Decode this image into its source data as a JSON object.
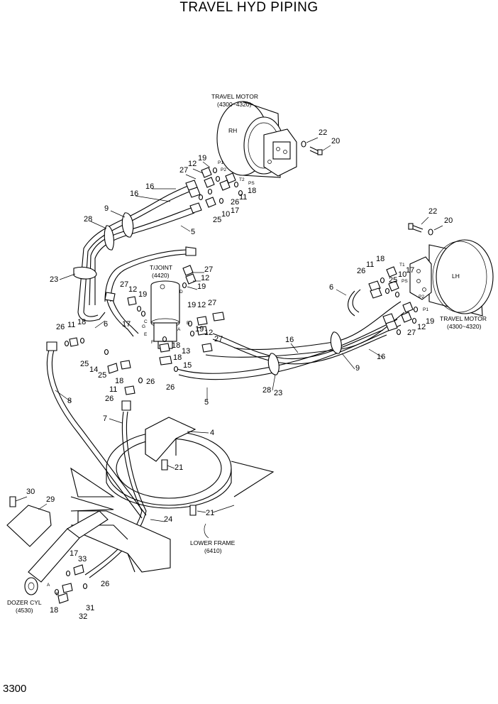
{
  "title": "TRAVEL HYD PIPING",
  "page_number": "3300",
  "labels": {
    "travel_motor_rh_name": "TRAVEL MOTOR",
    "travel_motor_rh_code": "(4300~4320)",
    "rh_text": "RH",
    "travel_motor_lh_name": "TRAVEL MOTOR",
    "travel_motor_lh_code": "(4300~4320)",
    "lh_text": "LH",
    "tjoint_name": "T/JOINT",
    "tjoint_code": "(4420)",
    "lower_frame_name": "LOWER FRAME",
    "lower_frame_code": "(6410)",
    "dozer_cyl_name": "DOZER CYL",
    "dozer_cyl_code": "(4530)"
  },
  "port_letters": [
    "P1",
    "P2",
    "T2",
    "PS",
    "T1",
    "PS",
    "P2",
    "P1",
    "A",
    "B",
    "C",
    "D",
    "E",
    "F",
    "G",
    "A",
    "B"
  ],
  "callouts": [
    "22",
    "20",
    "19",
    "12",
    "27",
    "16",
    "16",
    "18",
    "11",
    "26",
    "17",
    "10",
    "25",
    "28",
    "9",
    "5",
    "23",
    "27",
    "12",
    "19",
    "12",
    "27",
    "19",
    "17",
    "6",
    "11",
    "18",
    "26",
    "25",
    "14",
    "25",
    "19",
    "12",
    "27",
    "19",
    "12",
    "27",
    "18",
    "13",
    "18",
    "15",
    "26",
    "26",
    "18",
    "11",
    "26",
    "7",
    "8",
    "16",
    "6",
    "28",
    "23",
    "5",
    "22",
    "20",
    "18",
    "11",
    "26",
    "17",
    "10",
    "25",
    "12",
    "19",
    "27",
    "16",
    "9",
    "4",
    "21",
    "21",
    "24",
    "30",
    "29",
    "33",
    "17",
    "26",
    "18",
    "31",
    "32"
  ],
  "colors": {
    "line": "#000000",
    "background": "#ffffff"
  }
}
